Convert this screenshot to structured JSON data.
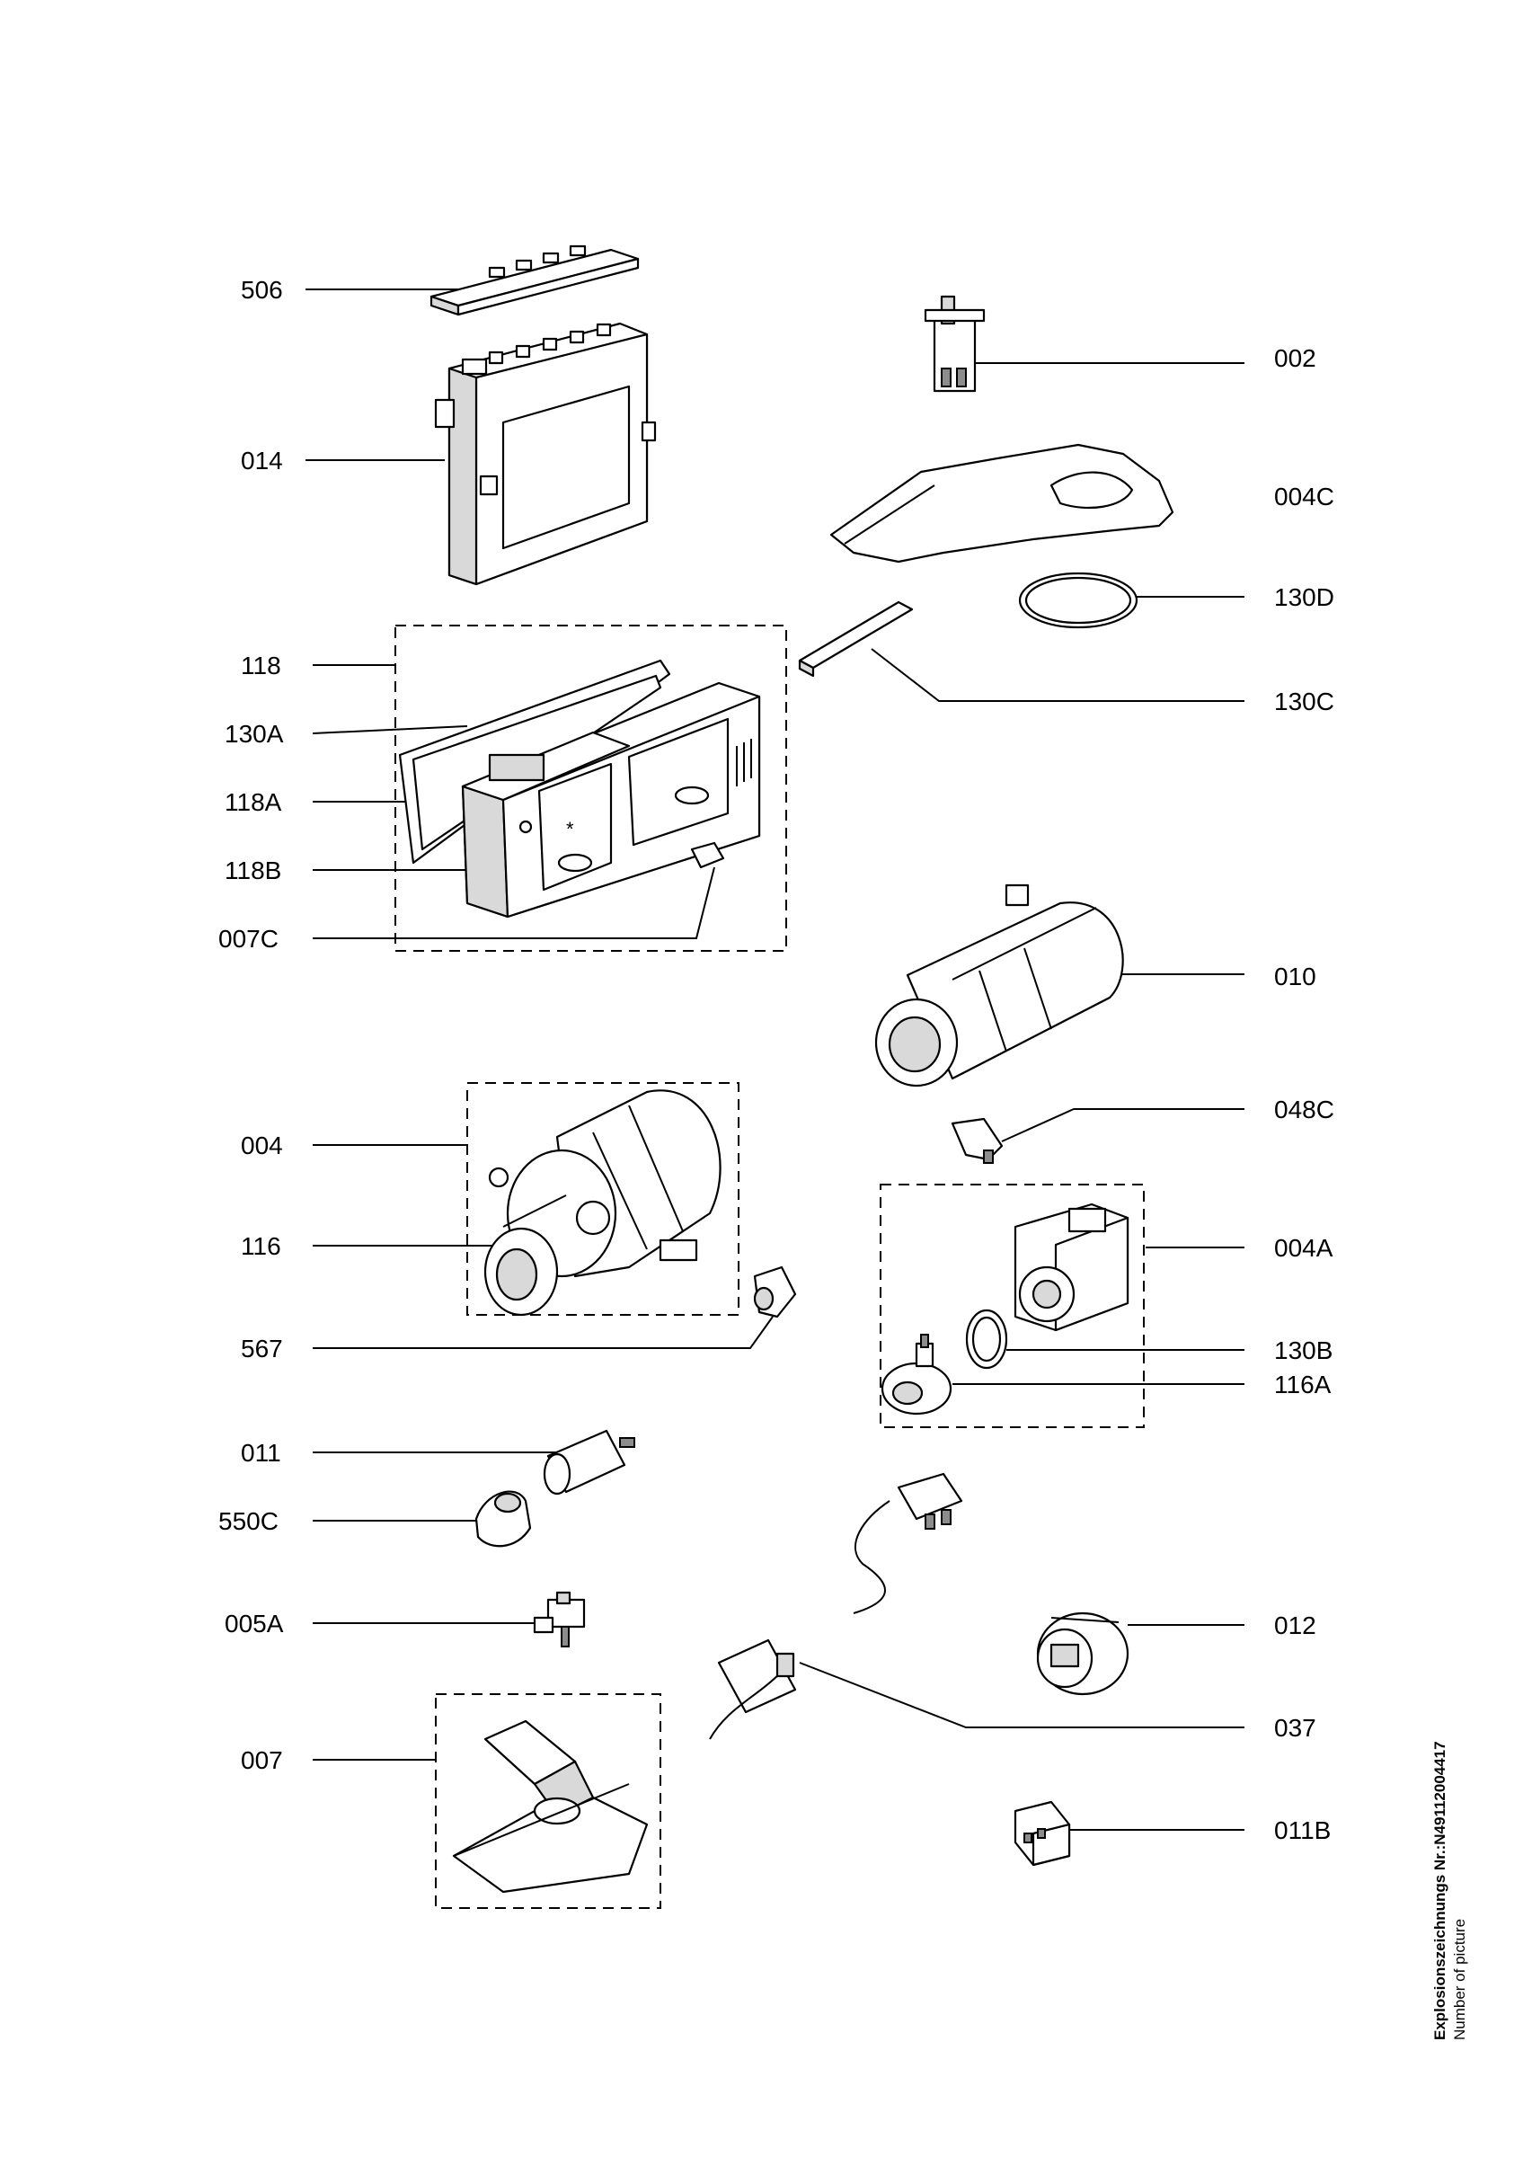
{
  "callouts": {
    "c506": "506",
    "c014": "014",
    "c118": "118",
    "c130A": "130A",
    "c118A": "118A",
    "c118B": "118B",
    "c007C": "007C",
    "c004": "004",
    "c116": "116",
    "c567": "567",
    "c011": "011",
    "c550C": "550C",
    "c005A": "005A",
    "c007": "007",
    "c002": "002",
    "c004C": "004C",
    "c130D": "130D",
    "c130C": "130C",
    "c010": "010",
    "c048C": "048C",
    "c004A": "004A",
    "c130B": "130B",
    "c116A": "116A",
    "c012": "012",
    "c037": "037",
    "c011B": "011B"
  },
  "footer": {
    "drawing_number": "Explosionszeichnungs Nr.:N4911200441​7",
    "picture_label": "Number of picture"
  }
}
